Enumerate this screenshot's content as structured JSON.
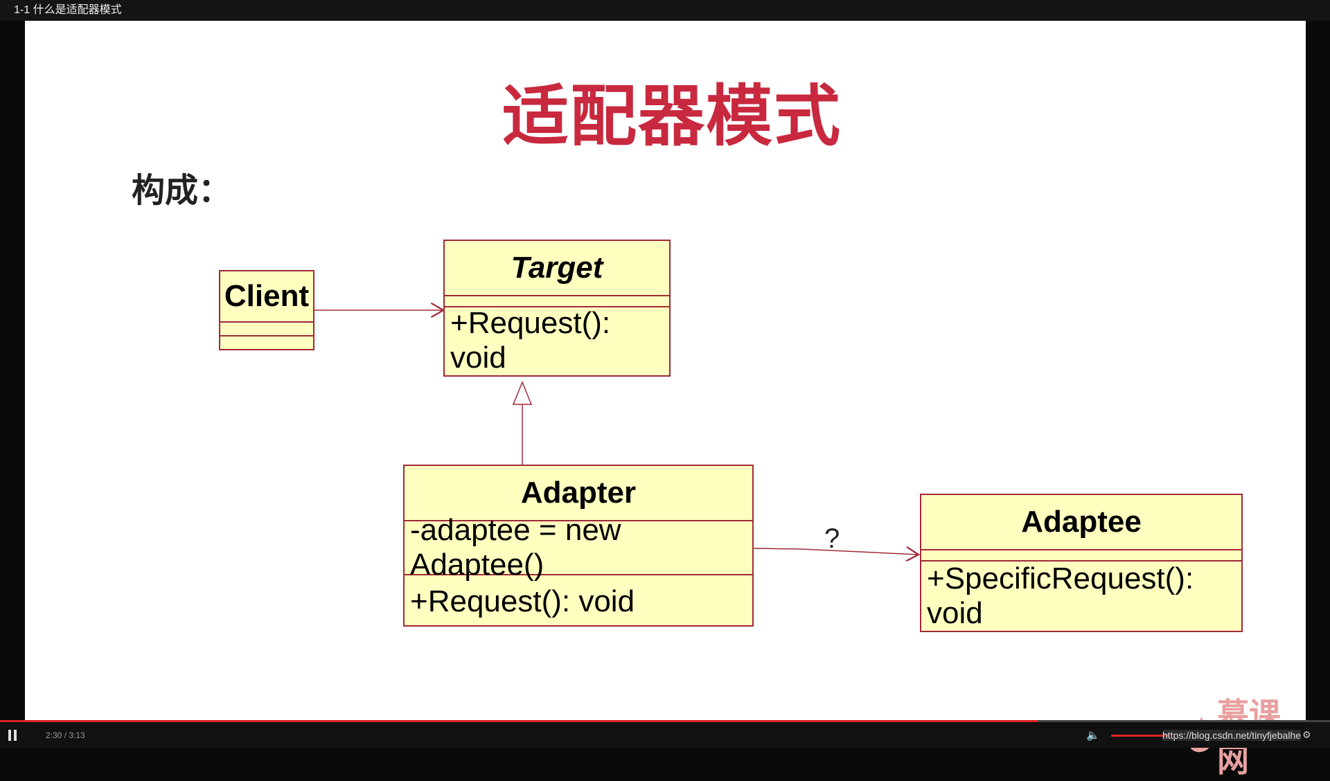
{
  "window": {
    "title": "1-1 什么是适配器模式"
  },
  "slide": {
    "title": "适配器模式",
    "section_label": "构成：",
    "watermark": "慕课网"
  },
  "diagram": {
    "nodes": {
      "client": {
        "name": "Client"
      },
      "target": {
        "name": "Target",
        "operations": [
          "+Request(): void"
        ]
      },
      "adapter": {
        "name": "Adapter",
        "attributes": [
          "-adaptee = new Adaptee()"
        ],
        "operations": [
          "+Request(): void"
        ]
      },
      "adaptee": {
        "name": "Adaptee",
        "operations": [
          "+SpecificRequest(): void"
        ]
      }
    },
    "edges": [
      {
        "from": "client",
        "to": "target",
        "type": "association"
      },
      {
        "from": "adapter",
        "to": "target",
        "type": "generalization"
      },
      {
        "from": "adapter",
        "to": "adaptee",
        "type": "association",
        "label": "?"
      }
    ]
  },
  "player": {
    "time": "2:30 / 3:13",
    "progress_fraction": 0.78,
    "url_overlay": "https://blog.csdn.net/tinyfjebalhe",
    "colors": {
      "accent": "#dd2222",
      "title_red": "#c8293f",
      "uml_fill": "#ffffc0",
      "uml_border": "#a02838"
    }
  }
}
